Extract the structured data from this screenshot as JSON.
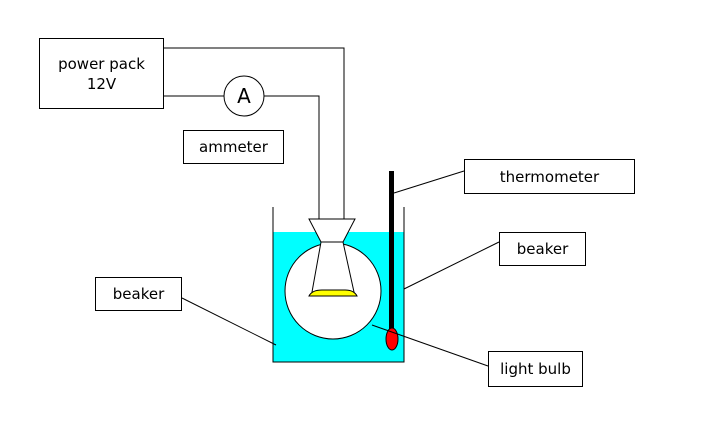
{
  "power_pack": {
    "line1": "power pack",
    "line2": "12V"
  },
  "ammeter_symbol": "A",
  "labels": {
    "ammeter": "ammeter",
    "thermometer": "thermometer",
    "beaker_right": "beaker",
    "beaker_left": "beaker",
    "light_bulb": "light bulb"
  },
  "colors": {
    "water": "#00ffff",
    "filament": "#ffff00",
    "thermometer_bulb": "#ff0000",
    "thermometer_stem": "#000000"
  }
}
